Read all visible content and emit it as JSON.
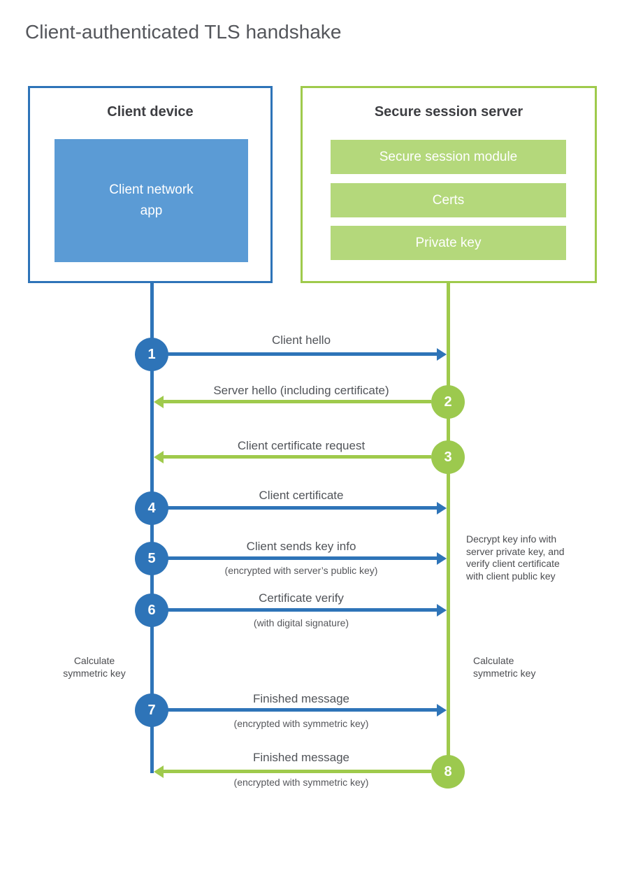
{
  "title": "Client-authenticated TLS handshake",
  "colors": {
    "blue_primary": "#2e74b8",
    "blue_light": "#5b9bd5",
    "green_primary": "#9fca4c",
    "green_light": "#b4d87b"
  },
  "client": {
    "title": "Client device",
    "app_lines": [
      "Client network",
      "app"
    ]
  },
  "server": {
    "title": "Secure session server",
    "modules": [
      "Secure session module",
      "Certs",
      "Private key"
    ]
  },
  "steps": [
    {
      "num": "1",
      "from": "client",
      "direction": "right",
      "label": "Client hello",
      "sub": ""
    },
    {
      "num": "2",
      "from": "server",
      "direction": "left",
      "label": "Server hello (including certificate)",
      "sub": ""
    },
    {
      "num": "3",
      "from": "server",
      "direction": "left",
      "label": "Client certificate request",
      "sub": ""
    },
    {
      "num": "4",
      "from": "client",
      "direction": "right",
      "label": "Client certificate",
      "sub": ""
    },
    {
      "num": "5",
      "from": "client",
      "direction": "right",
      "label": "Client sends key info",
      "sub": "(encrypted with server’s public key)"
    },
    {
      "num": "6",
      "from": "client",
      "direction": "right",
      "label": "Certificate verify",
      "sub": "(with digital signature)"
    },
    {
      "num": "7",
      "from": "client",
      "direction": "right",
      "label": "Finished message",
      "sub": "(encrypted with symmetric key)"
    },
    {
      "num": "8",
      "from": "server",
      "direction": "left",
      "label": "Finished message",
      "sub": "(encrypted with symmetric key)"
    }
  ],
  "annotations": {
    "decrypt": "Decrypt key info with server private key, and verify client certificate with client public key",
    "calc_left": "Calculate symmetric key",
    "calc_right": "Calculate symmetric key"
  }
}
